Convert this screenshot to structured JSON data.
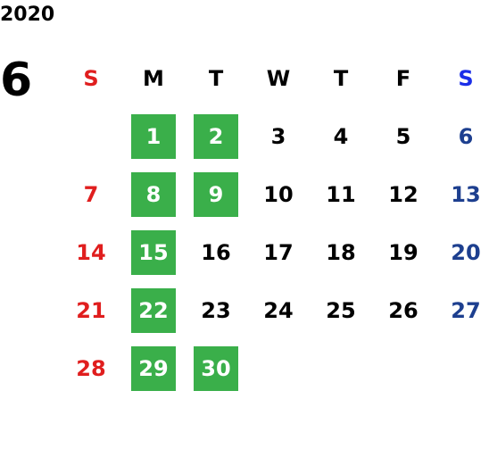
{
  "calendar": {
    "year": "2020",
    "month": "6",
    "weekdays": [
      "S",
      "M",
      "T",
      "W",
      "T",
      "F",
      "S"
    ],
    "weeks": [
      [
        "",
        "1",
        "2",
        "3",
        "4",
        "5",
        "6"
      ],
      [
        "7",
        "8",
        "9",
        "10",
        "11",
        "12",
        "13"
      ],
      [
        "14",
        "15",
        "16",
        "17",
        "18",
        "19",
        "20"
      ],
      [
        "21",
        "22",
        "23",
        "24",
        "25",
        "26",
        "27"
      ],
      [
        "28",
        "29",
        "30",
        "",
        "",
        "",
        ""
      ]
    ],
    "highlighted_dates": [
      "1",
      "2",
      "8",
      "9",
      "15",
      "22",
      "29",
      "30"
    ]
  },
  "colors": {
    "sunday": "#e01e1e",
    "saturday_header": "#1b2ee8",
    "saturday": "#1d3f8f",
    "highlight": "#3aaf4a",
    "text": "#000000"
  }
}
